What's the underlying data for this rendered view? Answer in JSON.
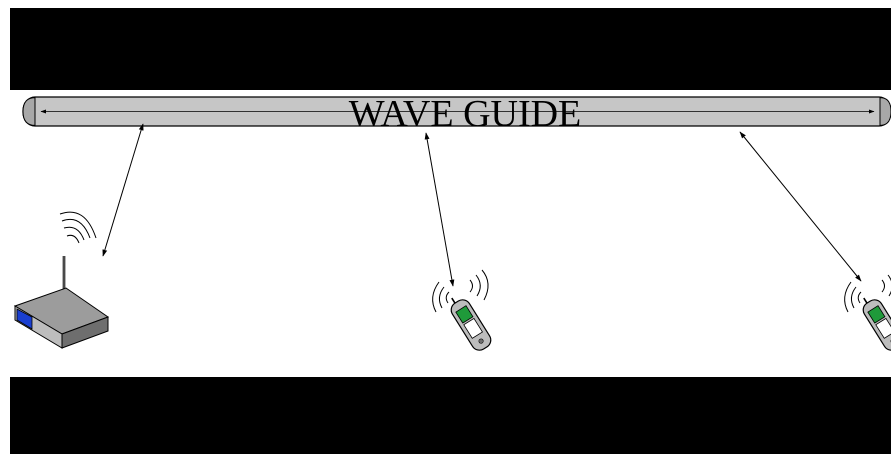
{
  "diagram": {
    "waveguide_label": "WAVE GUIDE",
    "colors": {
      "background": "#ffffff",
      "bands": "#000000",
      "waveguide_fill": "#c6c6c6",
      "waveguide_cap": "#a8a8a8",
      "router_top": "#9c9c9c",
      "router_side": "#6e6e6e",
      "router_screen": "#1a3fd0",
      "phone_body": "#bdbdbd",
      "phone_screen": "#1f9a3a"
    },
    "devices": [
      {
        "kind": "router",
        "icon": "wireless-router-icon"
      },
      {
        "kind": "mobile-phone",
        "icon": "mobile-phone-icon"
      },
      {
        "kind": "mobile-phone",
        "icon": "mobile-phone-icon"
      }
    ]
  }
}
